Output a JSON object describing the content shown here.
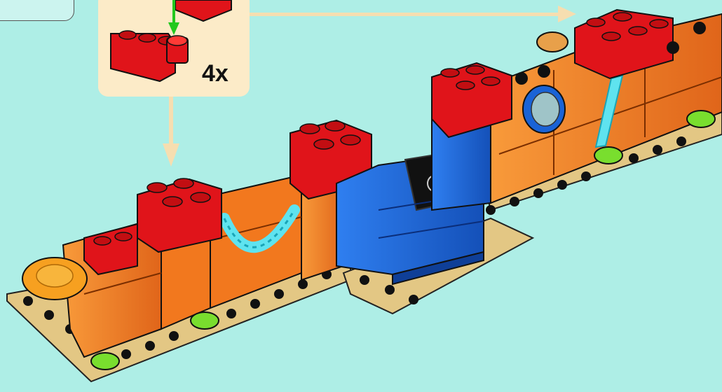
{
  "step": {
    "quantity_label": "4x"
  },
  "colors": {
    "background": "#aeeee6",
    "callout_panel": "#fcebc8",
    "guide_arrow": "#f6deb0",
    "insert_arrow": "#23c81e",
    "brick_red": "#e0141a",
    "brick_orange": "#f2781e",
    "brick_blue": "#1a63d6",
    "baseplate_tan": "#e3c784",
    "flower_green": "#79de2e",
    "trans_cyan": "#5fe3ef",
    "brick_black": "#111111"
  },
  "icons": {
    "corner_box": "callout-corner-box",
    "arrows": [
      "guide-arrow-down",
      "guide-arrow-right",
      "insert-arrow-down"
    ]
  }
}
